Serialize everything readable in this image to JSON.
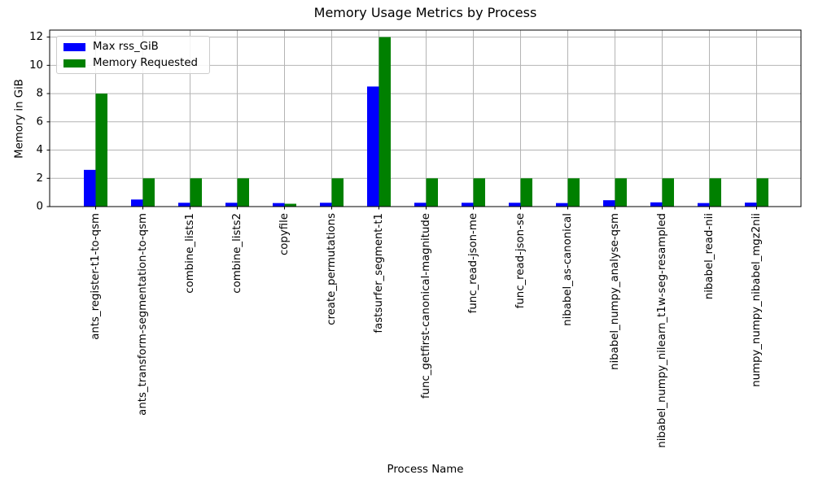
{
  "chart_data": {
    "type": "bar",
    "title": "Memory Usage Metrics by Process",
    "xlabel": "Process Name",
    "ylabel": "Memory in GiB",
    "categories": [
      "ants_register-t1-to-qsm",
      "ants_transform-segmentation-to-qsm",
      "combine_lists1",
      "combine_lists2",
      "copyfile",
      "create_permutations",
      "fastsurfer_segment-t1",
      "func_getfirst-canonical-magnitude",
      "func_read-json-me",
      "func_read-json-se",
      "nibabel_as-canonical",
      "nibabel_numpy_analyse-qsm",
      "nibabel_numpy_nilearn_t1w-seg-resampled",
      "nibabel_read-nii",
      "numpy_numpy_nibabel_mgz2nii"
    ],
    "series": [
      {
        "name": "Max rss_GiB",
        "color": "#0000ff",
        "values": [
          2.6,
          0.5,
          0.27,
          0.27,
          0.25,
          0.27,
          8.5,
          0.27,
          0.27,
          0.27,
          0.25,
          0.45,
          0.3,
          0.25,
          0.28
        ]
      },
      {
        "name": "Memory Requested",
        "color": "#008000",
        "values": [
          8,
          2,
          2,
          2,
          0.2,
          2,
          12,
          2,
          2,
          2,
          2,
          2,
          2,
          2,
          2
        ]
      }
    ],
    "ylim": [
      0,
      12.5
    ],
    "yticks": [
      0,
      2,
      4,
      6,
      8,
      10,
      12
    ],
    "grid": true,
    "grid_color": "#b4b4b4",
    "axis_color": "#000000",
    "legend_position": "upper-left",
    "x_tick_rotation_deg": 90
  }
}
